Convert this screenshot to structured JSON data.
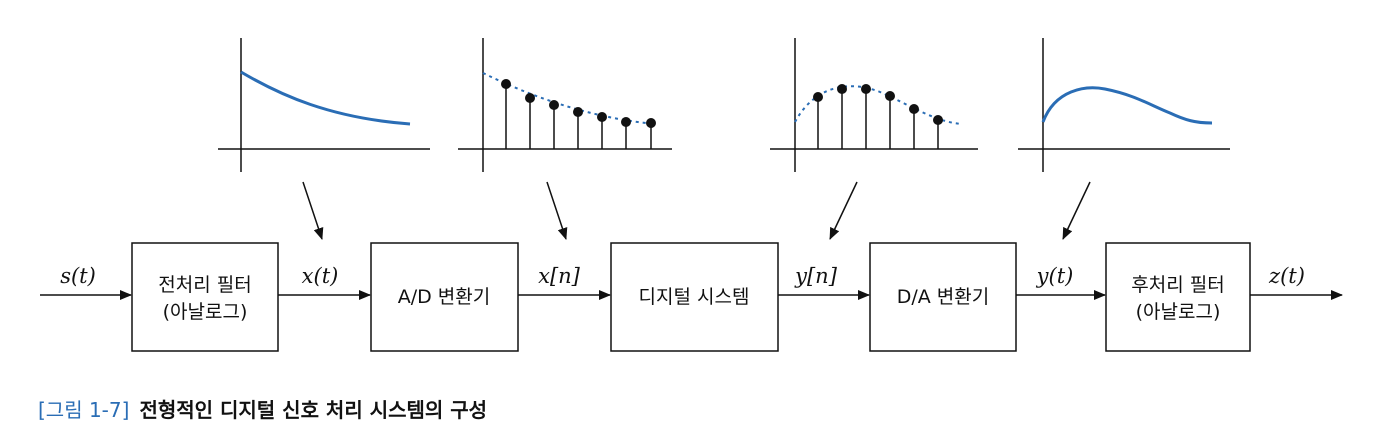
{
  "blocks": {
    "prefilter": {
      "line1": "전처리 필터",
      "line2": "(아날로그)"
    },
    "adc": {
      "label": "A/D 변환기"
    },
    "digital": {
      "label": "디지털 시스템"
    },
    "dac": {
      "label": "D/A 변환기"
    },
    "postfilter": {
      "line1": "후처리 필터",
      "line2": "(아날로그)"
    }
  },
  "signals": {
    "s": "s(t)",
    "x_cont": "x(t)",
    "x_disc": "x[n]",
    "y_disc": "y[n]",
    "y_cont": "y(t)",
    "z": "z(t)"
  },
  "caption": {
    "figure": "[그림 1-7]",
    "text": "전형적인 디지털 신호 처리 시스템의 구성"
  },
  "colors": {
    "curve": "#2a6db5",
    "line": "#111111",
    "caption_figure": "#2a6db5"
  }
}
